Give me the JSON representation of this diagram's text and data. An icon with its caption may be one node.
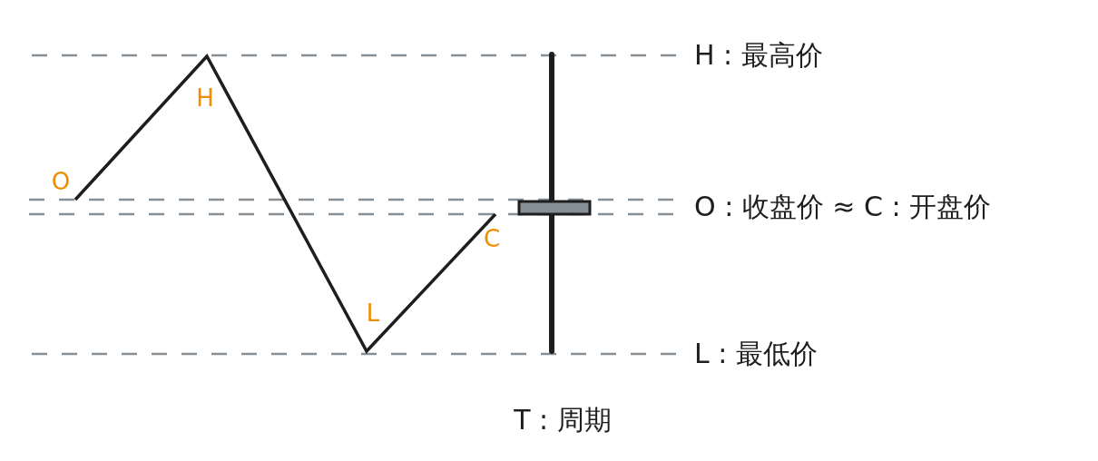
{
  "diagram": {
    "labels": [
      "H : 最高价",
      "O",
      "H",
      "O : 收盘价 ≈ C : 开盘价",
      "C",
      "L",
      "L : 最低价",
      "T : 周期"
    ]
  }
}
